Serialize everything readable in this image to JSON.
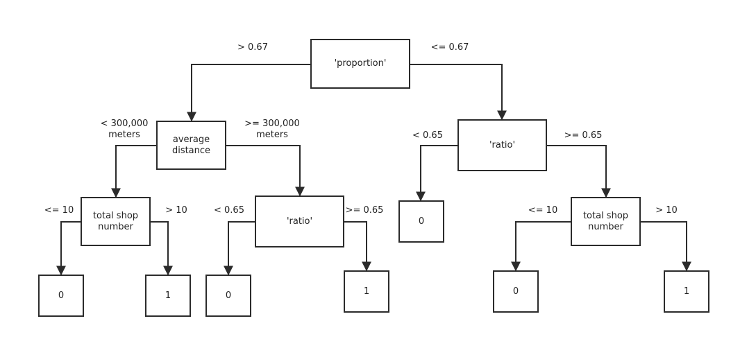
{
  "nodes": {
    "root": "'proportion'",
    "avg_distance": "average\ndistance",
    "ratio_right": "'ratio'",
    "shop_left": "total shop\nnumber",
    "ratio_mid": "'ratio'",
    "leaf_right_0": "0",
    "shop_right": "total shop\nnumber",
    "leaf_ll_0": "0",
    "leaf_ll_1": "1",
    "leaf_lr_0": "0",
    "leaf_lr_1": "1",
    "leaf_rr_0": "0",
    "leaf_rr_1": "1"
  },
  "edge_labels": {
    "root_left": "> 0.67",
    "root_right": "<= 0.67",
    "dist_left": "< 300,000\nmeters",
    "dist_right": ">= 300,000\nmeters",
    "ratio_right_left": "< 0.65",
    "ratio_right_right": ">= 0.65",
    "shop_left_left": "<= 10",
    "shop_left_right": "> 10",
    "ratio_mid_left": "< 0.65",
    "ratio_mid_right": ">= 0.65",
    "shop_right_left": "<= 10",
    "shop_right_right": "> 10"
  }
}
